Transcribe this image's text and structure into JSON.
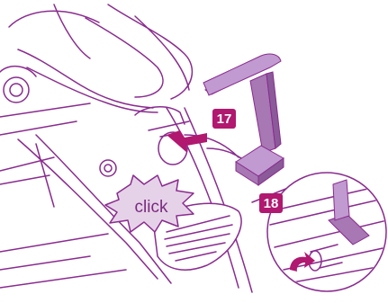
{
  "steps": [
    {
      "number": "17"
    },
    {
      "number": "18"
    }
  ],
  "click_label": "click",
  "colors": {
    "line": "#8a2b8f",
    "badge": "#b1186f",
    "bumper_bar": "#a778b3",
    "bumper_bar_dark": "#8b5a99",
    "click_burst": "#e6d2e8",
    "arrow": "#b1186f"
  }
}
